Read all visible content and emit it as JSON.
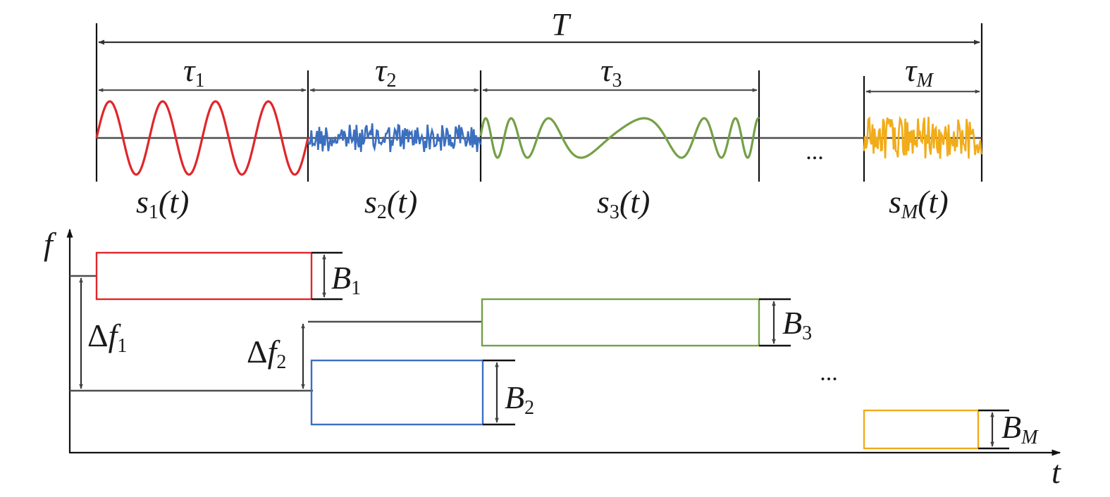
{
  "colors": {
    "s1": "#e0262b",
    "s2": "#3b6fc0",
    "s3": "#74a047",
    "sM": "#f1ac1a",
    "line": "#4d4d4d"
  },
  "labels": {
    "T": "T",
    "tau1": {
      "main": "τ",
      "sub": "1"
    },
    "tau2": {
      "main": "τ",
      "sub": "2"
    },
    "tau3": {
      "main": "τ",
      "sub": "3"
    },
    "tauM": {
      "main": "τ",
      "sub": "M"
    },
    "s1": {
      "main": "s",
      "sub": "1",
      "arg": "(t)"
    },
    "s2": {
      "main": "s",
      "sub": "2",
      "arg": "(t)"
    },
    "s3": {
      "main": "s",
      "sub": "3",
      "arg": "(t)"
    },
    "sM": {
      "main": "s",
      "sub": "M",
      "arg": "(t)"
    },
    "ellipsis_top": "...",
    "ellipsis_bottom": "...",
    "f_axis": "f",
    "t_axis": "t",
    "B1": {
      "main": "B",
      "sub": "1"
    },
    "B2": {
      "main": "B",
      "sub": "2"
    },
    "B3": {
      "main": "B",
      "sub": "3"
    },
    "BM": {
      "main": "B",
      "sub": "M"
    },
    "df1": {
      "delta": "Δ",
      "main": "f",
      "sub": "1"
    },
    "df2": {
      "delta": "Δ",
      "main": "f",
      "sub": "2"
    }
  }
}
